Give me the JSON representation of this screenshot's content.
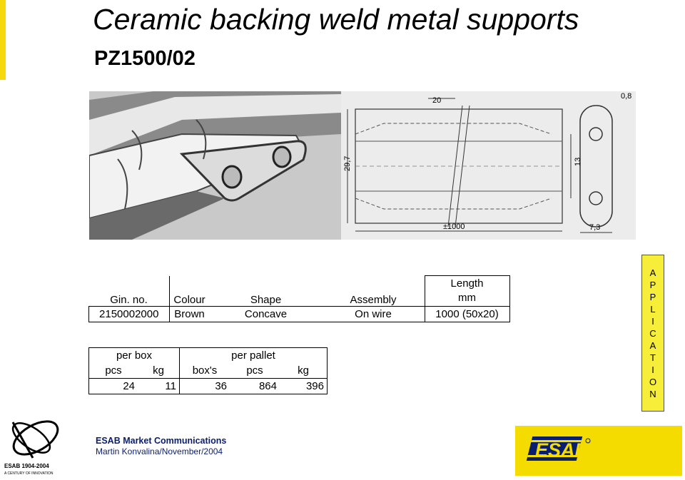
{
  "header": {
    "title": "Ceramic backing weld metal supports",
    "product_code": "PZ1500/02"
  },
  "drawing": {
    "dim_top": "20",
    "dim_thickness": "0,8",
    "dim_height": "29,7",
    "dim_hole": "13",
    "dim_length": "±1000",
    "dim_width": "7,3"
  },
  "product_table": {
    "headers": {
      "gin": "Gin. no.",
      "colour": "Colour",
      "shape": "Shape",
      "assembly": "Assembly",
      "length_line1": "Length",
      "length_line2": "mm"
    },
    "row": {
      "gin": "2150002000",
      "colour": "Brown",
      "shape": "Concave",
      "assembly": "On wire",
      "length": "1000 (50x20)"
    }
  },
  "packing_table": {
    "group_box": "per box",
    "group_pallet": "per pallet",
    "headers": [
      "pcs",
      "kg",
      "box's",
      "pcs",
      "kg"
    ],
    "values": [
      "24",
      "11",
      "36",
      "864",
      "396"
    ]
  },
  "side_tab": {
    "letters": [
      "A",
      "P",
      "P",
      "L",
      "I",
      "C",
      "A",
      "T",
      "I",
      "O",
      "N"
    ]
  },
  "footer": {
    "logo_caption_line1": "ESAB 1904-2004",
    "logo_caption_line2": "A CENTURY OF INNOVATION",
    "line1": "ESAB Market Communications",
    "line2": "Martin Konvalina/November/2004",
    "brand_logo": "ESAB"
  },
  "colors": {
    "accent_yellow": "#f5d90a",
    "tab_yellow": "#f7ee3a",
    "brand_navy": "#0a1e6e"
  }
}
